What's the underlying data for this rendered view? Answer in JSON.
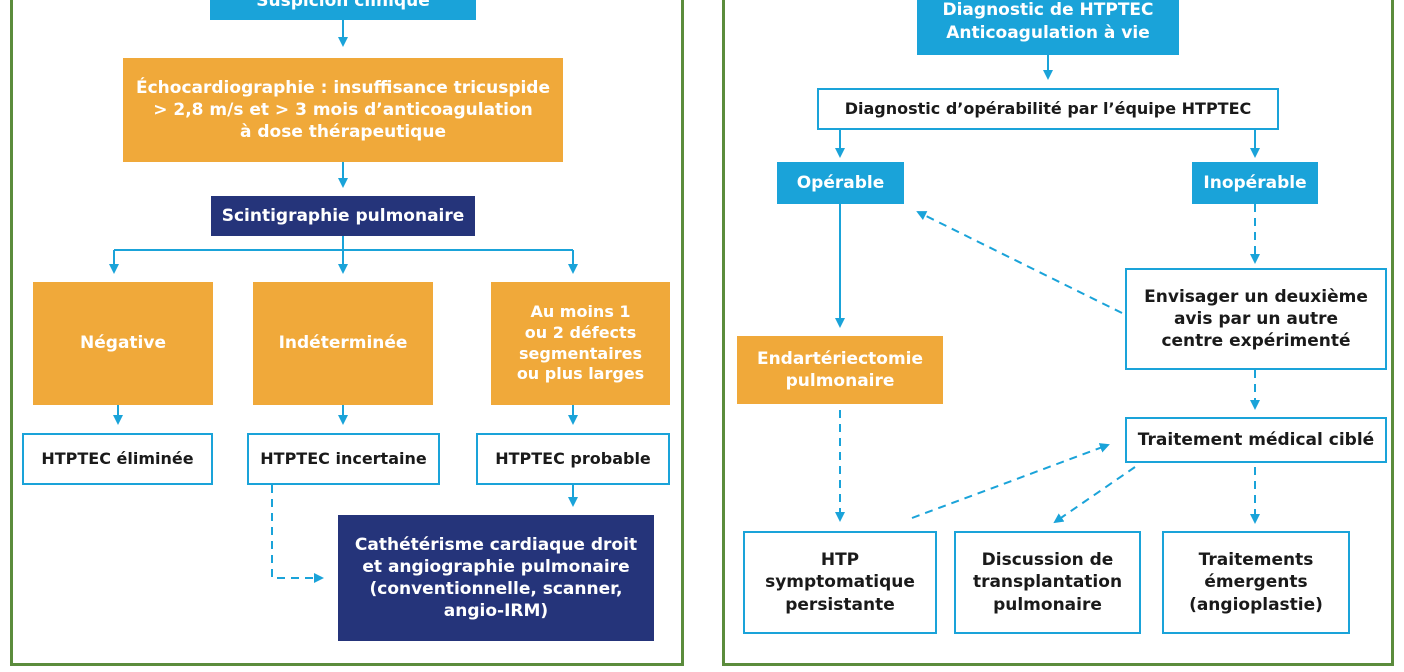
{
  "colors": {
    "cyan": "#1aa3d9",
    "orange": "#f0a93a",
    "navy": "#25347a",
    "panel_border": "#5b8c3c"
  },
  "left": {
    "suspicion": "Suspicion clinique",
    "echo": "Échocardiographie : insuffisance tricuspide\n> 2,8 m/s et > 3 mois d’anticoagulation\nà dose thérapeutique",
    "scinti": "Scintigraphie pulmonaire",
    "negative": "Négative",
    "indeterminee": "Indéterminée",
    "defects": "Au moins 1\nou 2 défects\nsegmentaires\nou plus larges",
    "eliminee": "HTPTEC éliminée",
    "incertaine": "HTPTEC incertaine",
    "probable": "HTPTEC probable",
    "catheter": "Cathétérisme cardiaque droit\net angiographie pulmonaire\n(conventionnelle, scanner,\nangio-IRM)"
  },
  "right": {
    "diagnostic": "Diagnostic de HTPTEC\nAnticoagulation à vie",
    "operabilite": "Diagnostic d’opérabilité par l’équipe HTPTEC",
    "operable": "Opérable",
    "inoperable": "Inopérable",
    "second_avis": "Envisager un deuxième\navis par un autre\ncentre expérimenté",
    "endarteriectomie": "Endartériectomie\npulmonaire",
    "traitement_cible": "Traitement médical ciblé",
    "htp": "HTP\nsymptomatique\npersistante",
    "transplantation": "Discussion de\ntransplantation\npulmonaire",
    "emergents": "Traitements\némergents\n(angioplastie)"
  }
}
